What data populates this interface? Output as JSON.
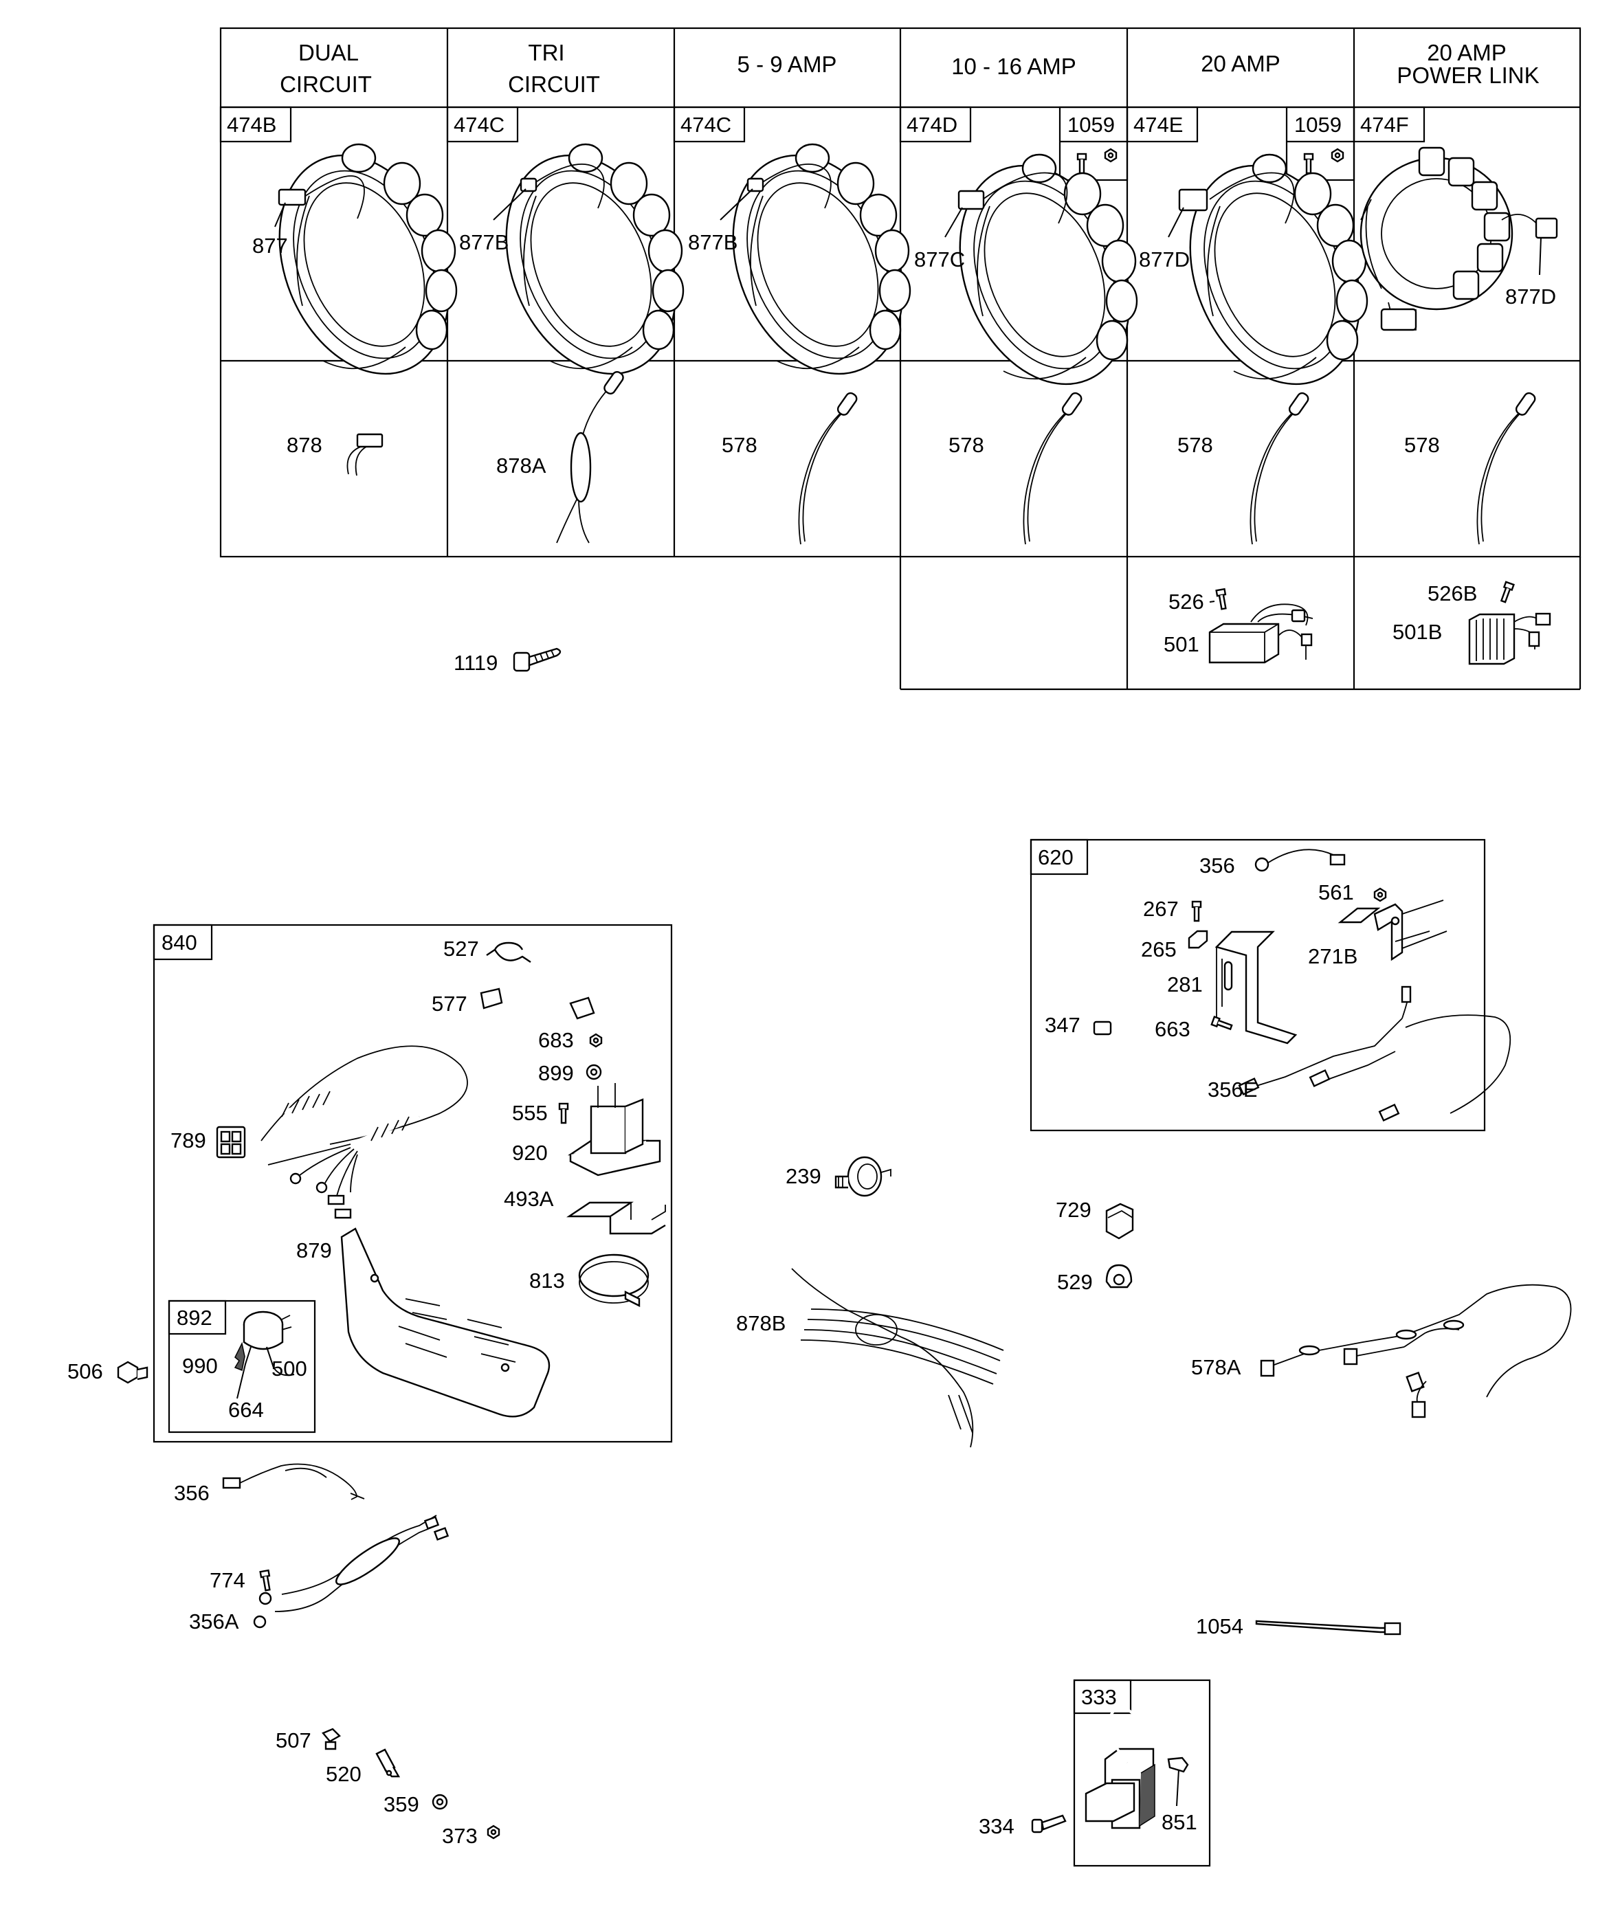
{
  "table": {
    "headers": [
      {
        "line1": "DUAL",
        "line2": "CIRCUIT"
      },
      {
        "line1": "TRI",
        "line2": "CIRCUIT"
      },
      {
        "line1": "5 - 9 AMP",
        "line2": ""
      },
      {
        "line1": "10 - 16 AMP",
        "line2": ""
      },
      {
        "line1": "20 AMP",
        "line2": ""
      },
      {
        "line1": "20 AMP",
        "line2": "POWER LINK"
      }
    ],
    "alternator_refs": [
      "474B",
      "474C",
      "474C",
      "474D",
      "474E",
      "474F"
    ],
    "hardware_ref": "1059",
    "stator_lead_labels": [
      "877",
      "877B",
      "877B",
      "877C",
      "877D",
      "877D"
    ],
    "lead_labels": [
      "878",
      "878A",
      "578",
      "578",
      "578",
      "578"
    ],
    "regulator_labels": {
      "col5_screw": "526",
      "col5_regulator": "501",
      "col6_screw": "526B",
      "col6_regulator": "501B"
    },
    "bolt_label": "1119"
  },
  "kit_620": {
    "ref": "620",
    "labels": [
      "356",
      "561",
      "267",
      "265",
      "271B",
      "281",
      "347",
      "663",
      "356E"
    ]
  },
  "kit_840": {
    "ref": "840",
    "labels": [
      "527",
      "577",
      "683",
      "899",
      "555",
      "920",
      "789",
      "493A",
      "879",
      "813"
    ]
  },
  "kit_892": {
    "ref": "892",
    "labels": [
      "990",
      "500",
      "664"
    ]
  },
  "kit_333": {
    "ref": "333",
    "labels": [
      "334",
      "851"
    ]
  },
  "loose_parts": {
    "p506": "506",
    "p239": "239",
    "p729": "729",
    "p529": "529",
    "p878B": "878B",
    "p578A": "578A",
    "p356": "356",
    "p774": "774",
    "p356A": "356A",
    "p1054": "1054",
    "p507": "507",
    "p520": "520",
    "p359": "359",
    "p373": "373"
  }
}
